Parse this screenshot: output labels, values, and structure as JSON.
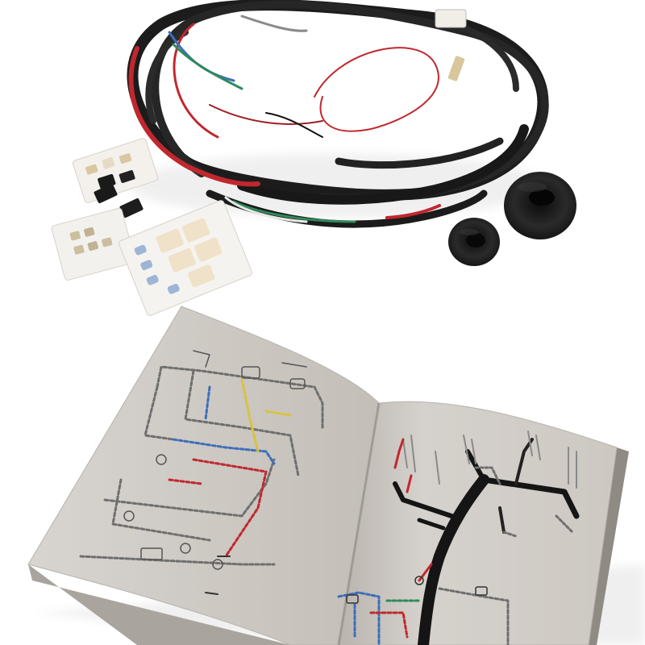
{
  "scene": {
    "description_items": [
      "wiring-harness",
      "connector-kit",
      "rubber-grommets",
      "wiring-diagram-booklet"
    ]
  },
  "colors": {
    "background": "#ffffff",
    "sheath": "#1e1e1e",
    "wire_red": "#c0282e",
    "wire_green": "#2f8a5a",
    "wire_blue": "#3d6fb8",
    "wire_white": "#e8e8e8",
    "booklet_page": "#cfcac4",
    "booklet_shadow": "#9e9892",
    "diagram_yellow": "#d9c23a"
  }
}
